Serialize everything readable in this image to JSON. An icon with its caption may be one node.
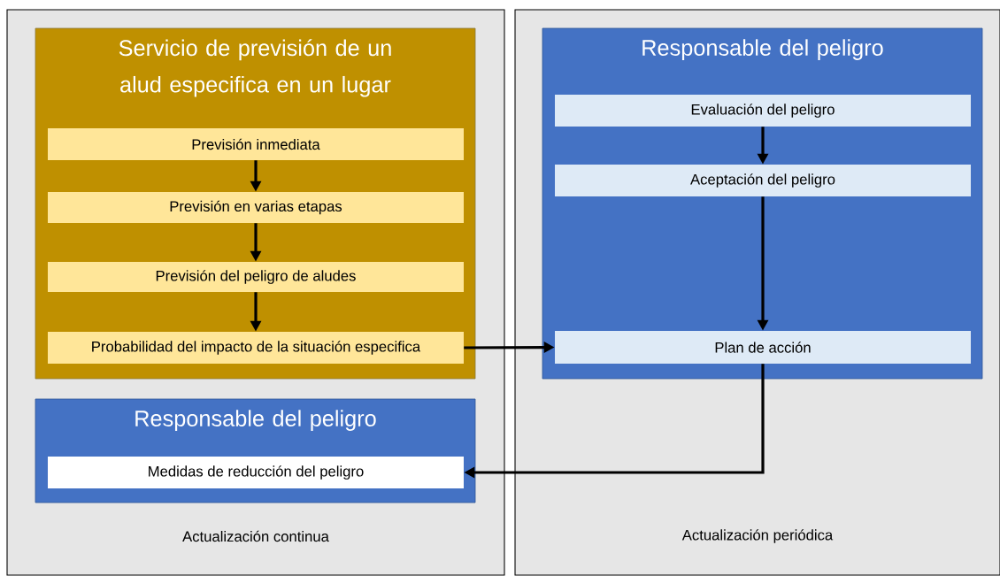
{
  "diagram": {
    "nodes": [
      {
        "text": [
          "Actualización continua"
        ]
      },
      {
        "text": [
          "Servicio de previsión de un alud especifica en un lugar"
        ],
        "in": 0
      },
      {
        "text": [
          "Previsión inmediata"
        ],
        "in": 1
      },
      {
        "text": [
          "Previsión en varias etapas"
        ],
        "in": 1
      },
      {
        "text": [
          "Previsión del peligro de aludes"
        ],
        "in": 1
      },
      {
        "text": [
          "Probabilidad del impacto de la situación especifica"
        ],
        "in": 1
      },
      {
        "text": [
          "Responsable del peligro"
        ],
        "in": 0
      },
      {
        "text": [
          "Medidas de reducción del peligro"
        ],
        "in": 6
      },
      {
        "text": [
          "Actualización periódica"
        ]
      },
      {
        "text": [
          "Responsable del peligro"
        ],
        "in": 8
      },
      {
        "text": [
          "Evaluación del peligro"
        ],
        "in": 9
      },
      {
        "text": [
          "Aceptación del peligro"
        ],
        "in": 9
      },
      {
        "text": [
          "Plan de acción"
        ],
        "in": 9
      }
    ],
    "edges": [
      {
        "from": 2,
        "to": 3,
        "arrow": "to"
      },
      {
        "from": 3,
        "to": 4,
        "arrow": "to"
      },
      {
        "from": 4,
        "to": 5,
        "arrow": "to"
      },
      {
        "from": 5,
        "to": 12,
        "arrow": "to"
      },
      {
        "from": 10,
        "to": 11,
        "arrow": "to"
      },
      {
        "from": 11,
        "to": 12,
        "arrow": "to"
      },
      {
        "from": 12,
        "to": 7,
        "arrow": "to"
      }
    ]
  }
}
